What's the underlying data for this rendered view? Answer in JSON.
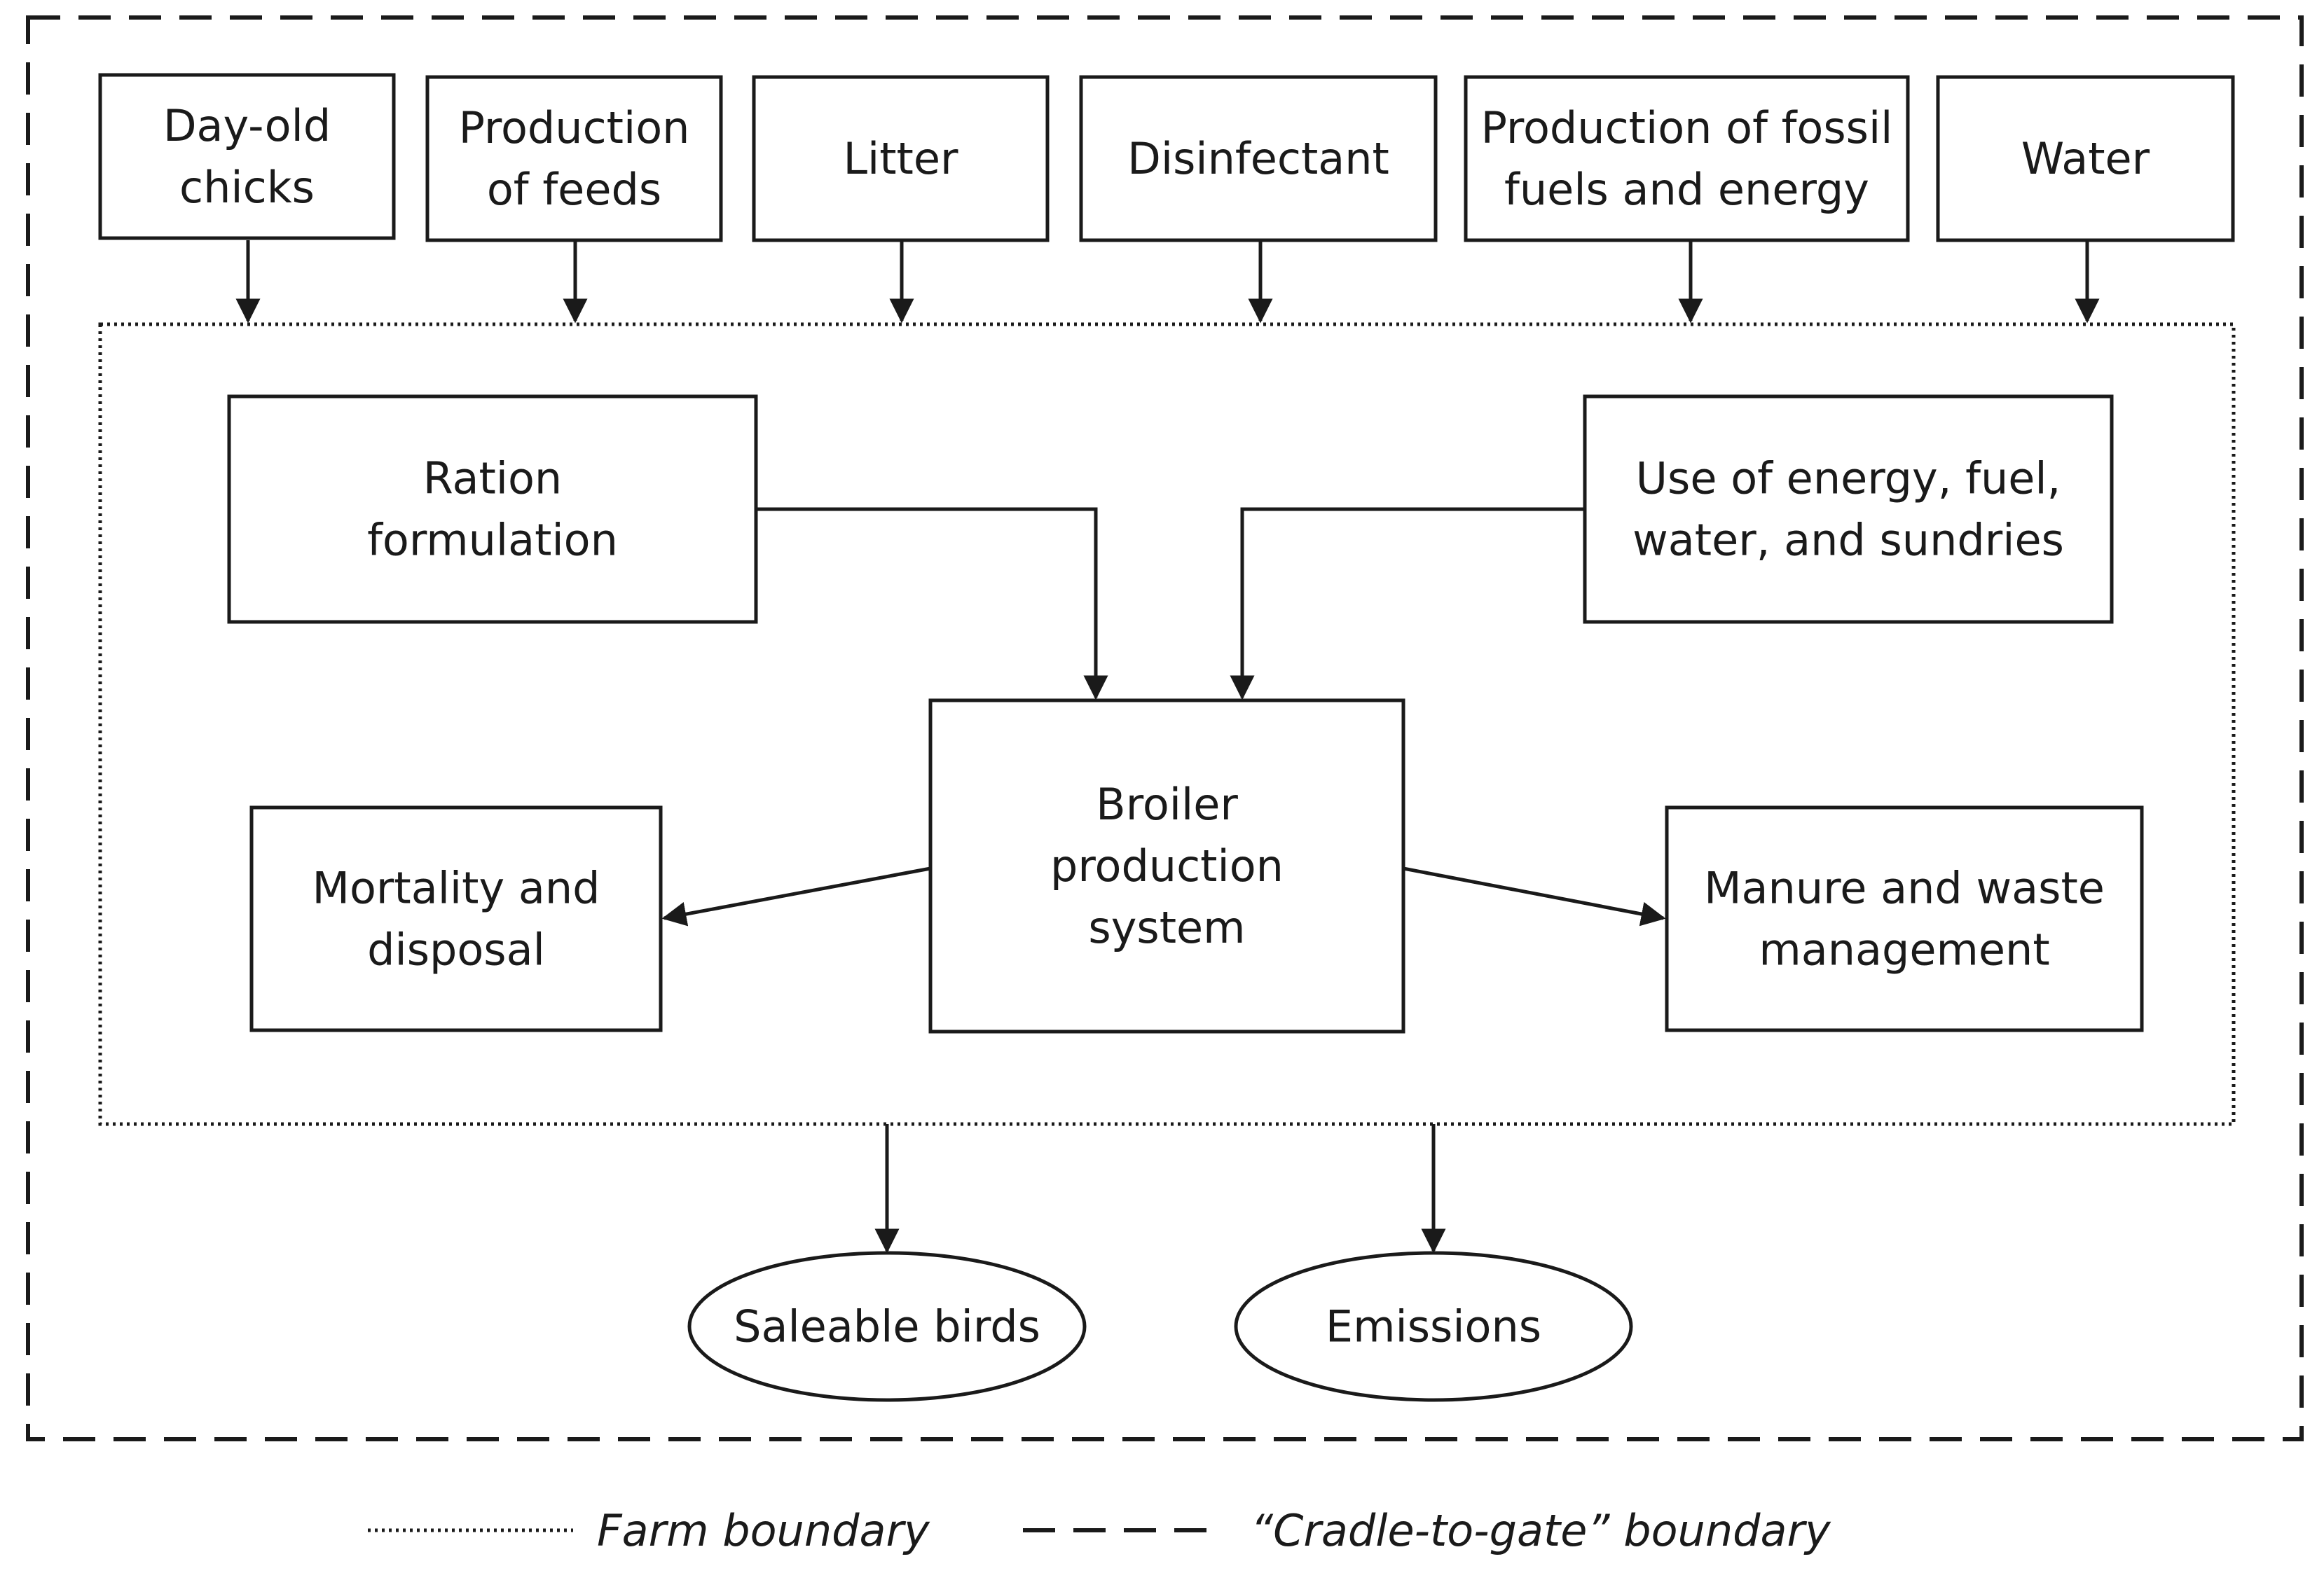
{
  "boundaries": {
    "cradle_to_gate": {
      "legend": "“Cradle-to-gate” boundary"
    },
    "farm": {
      "legend": "Farm boundary"
    }
  },
  "nodes": [
    {
      "id": "day-old-chicks",
      "lines": [
        "Day-old",
        "chicks"
      ]
    },
    {
      "id": "production-of-feeds",
      "lines": [
        "Production",
        "of feeds"
      ]
    },
    {
      "id": "litter",
      "lines": [
        "Litter"
      ]
    },
    {
      "id": "disinfectant",
      "lines": [
        "Disinfectant"
      ]
    },
    {
      "id": "fossil-fuels",
      "lines": [
        "Production of fossil",
        "fuels and energy"
      ]
    },
    {
      "id": "water",
      "lines": [
        "Water"
      ]
    },
    {
      "id": "ration-formulation",
      "lines": [
        "Ration",
        "formulation"
      ]
    },
    {
      "id": "use-of-energy",
      "lines": [
        "Use of energy, fuel,",
        "water, and sundries"
      ]
    },
    {
      "id": "broiler-production",
      "lines": [
        "Broiler",
        "production",
        "system"
      ]
    },
    {
      "id": "mortality-disposal",
      "lines": [
        "Mortality and",
        "disposal"
      ]
    },
    {
      "id": "manure-waste",
      "lines": [
        "Manure and waste",
        "management"
      ]
    },
    {
      "id": "saleable-birds",
      "lines": [
        "Saleable birds"
      ]
    },
    {
      "id": "emissions",
      "lines": [
        "Emissions"
      ]
    }
  ],
  "edges": [
    {
      "from": "day-old-chicks",
      "to": "farm-boundary"
    },
    {
      "from": "production-of-feeds",
      "to": "farm-boundary"
    },
    {
      "from": "litter",
      "to": "farm-boundary"
    },
    {
      "from": "disinfectant",
      "to": "farm-boundary"
    },
    {
      "from": "fossil-fuels",
      "to": "farm-boundary"
    },
    {
      "from": "water",
      "to": "farm-boundary"
    },
    {
      "from": "ration-formulation",
      "to": "broiler-production"
    },
    {
      "from": "use-of-energy",
      "to": "broiler-production"
    },
    {
      "from": "broiler-production",
      "to": "mortality-disposal"
    },
    {
      "from": "broiler-production",
      "to": "manure-waste"
    },
    {
      "from": "farm-boundary",
      "to": "saleable-birds"
    },
    {
      "from": "farm-boundary",
      "to": "emissions"
    }
  ]
}
